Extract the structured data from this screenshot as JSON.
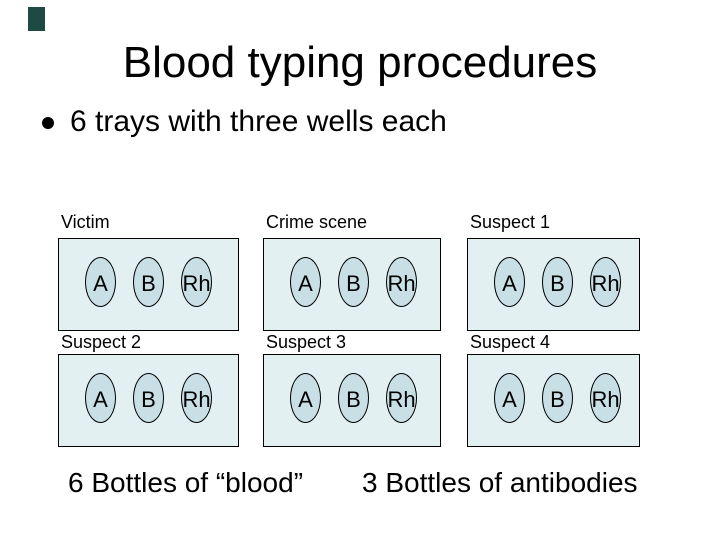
{
  "slide": {
    "title": "Blood typing procedures",
    "bullet_text": "6 trays with three wells each",
    "well_labels": [
      "A",
      "B",
      "Rh"
    ],
    "trays": [
      {
        "label": "Victim"
      },
      {
        "label": "Crime scene"
      },
      {
        "label": "Suspect 1"
      },
      {
        "label": "Suspect 2"
      },
      {
        "label": "Suspect 3"
      },
      {
        "label": "Suspect 4"
      }
    ],
    "footer_left": "6 Bottles of “blood”",
    "footer_right": "3 Bottles of antibodies",
    "colors": {
      "background": "#ffffff",
      "text": "#000000",
      "outline": "#000000",
      "tray_fill": "#e2f0f2",
      "well_fill": "#c8e0e5",
      "accent_decoration": "#1d4a43"
    }
  }
}
